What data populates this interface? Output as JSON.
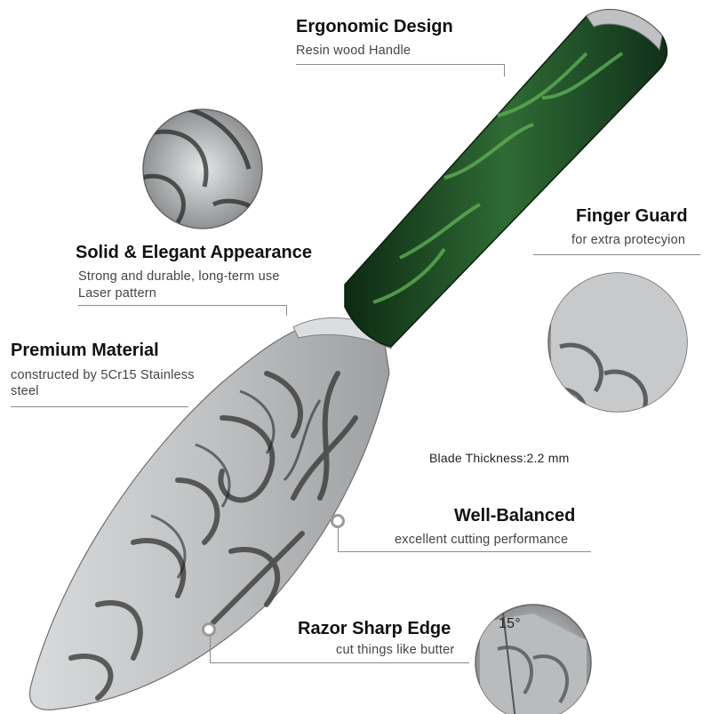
{
  "features": {
    "ergonomic": {
      "title": "Ergonomic Design",
      "subtitle": "Resin wood Handle"
    },
    "finger_guard": {
      "title": "Finger Guard",
      "subtitle": "for extra protecyion"
    },
    "appearance": {
      "title": "Solid & Elegant Appearance",
      "line1": "Strong and durable, long-term use",
      "line2": "Laser pattern"
    },
    "material": {
      "title": "Premium Material",
      "line1": "constructed by 5Cr15 Stainless",
      "line2": "steel"
    },
    "thickness": {
      "text": "Blade Thickness:2.2 mm"
    },
    "balanced": {
      "title": "Well-Balanced",
      "subtitle": "excellent cutting performance"
    },
    "razor": {
      "title": "Razor Sharp Edge",
      "subtitle": "cut things like butter"
    },
    "angle": {
      "text": "15°"
    }
  },
  "colors": {
    "handle_green": "#1f4a24",
    "steel": "#c9cbcd",
    "line_gray": "#8a8a8a"
  }
}
